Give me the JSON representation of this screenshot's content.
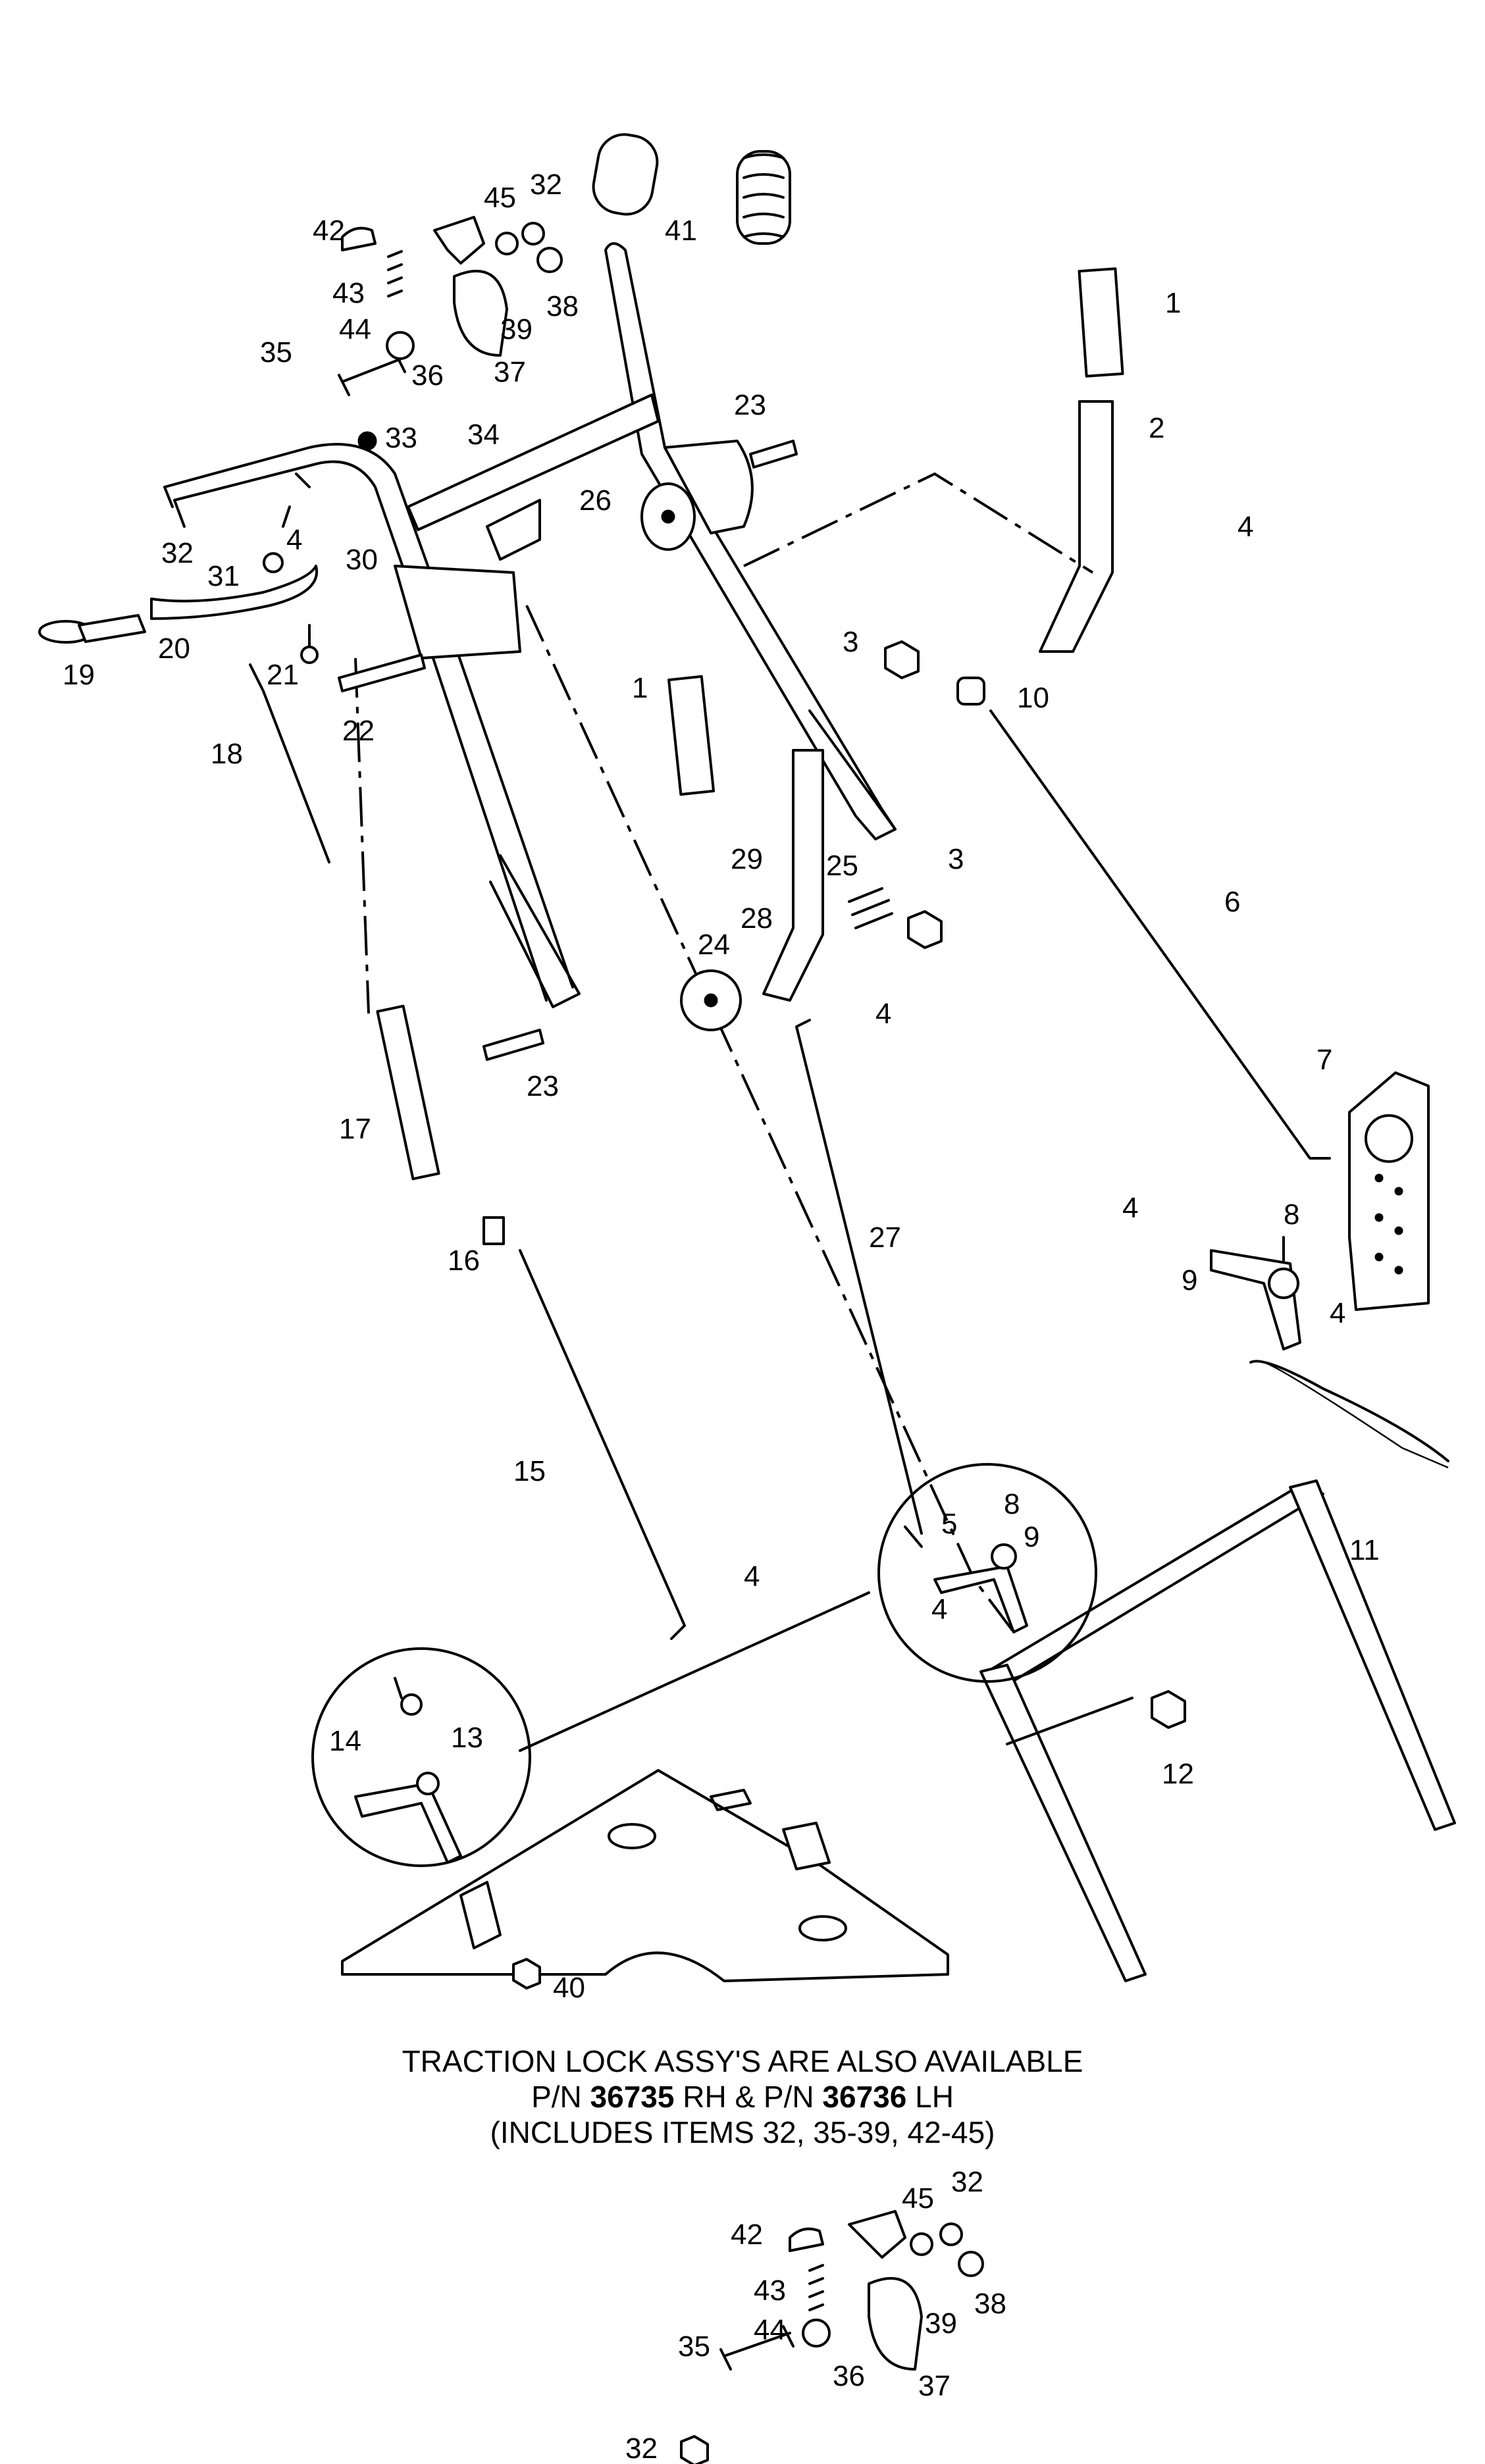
{
  "callouts": {
    "p1a": "1",
    "p1b": "1",
    "p2": "2",
    "p3a": "3",
    "p3b": "3",
    "p4a": "4",
    "p4b": "4",
    "p4c": "4",
    "p4d": "4",
    "p4e": "4",
    "p4f": "4",
    "p4g": "4",
    "p5": "5",
    "p6": "6",
    "p7": "7",
    "p8a": "8",
    "p8b": "8",
    "p9a": "9",
    "p9b": "9",
    "p10": "10",
    "p11": "11",
    "p12": "12",
    "p13": "13",
    "p14": "14",
    "p15": "15",
    "p16": "16",
    "p17": "17",
    "p18": "18",
    "p19": "19",
    "p20": "20",
    "p21": "21",
    "p22": "22",
    "p23a": "23",
    "p23b": "23",
    "p24": "24",
    "p25": "25",
    "p26": "26",
    "p27": "27",
    "p28": "28",
    "p29": "29",
    "p30": "30",
    "p31": "31",
    "p32a": "32",
    "p32b": "32",
    "p33": "33",
    "p34": "34",
    "p35": "35",
    "p36": "36",
    "p37": "37",
    "p38": "38",
    "p39": "39",
    "p40": "40",
    "p41": "41",
    "p42": "42",
    "p43": "43",
    "p44": "44",
    "p45": "45",
    "q32a": "32",
    "q32b": "32",
    "q35": "35",
    "q36": "36",
    "q37": "37",
    "q38": "38",
    "q39": "39",
    "q42": "42",
    "q43": "43",
    "q44": "44",
    "q45": "45"
  },
  "note": {
    "line1": "TRACTION LOCK ASSY'S ARE ALSO AVAILABLE",
    "line2_pre": "P/N ",
    "pn_rh": "36735",
    "line2_mid": " RH & P/N ",
    "pn_lh": "36736",
    "line2_post": " LH",
    "line3": "(INCLUDES ITEMS 32, 35-39, 42-45)"
  }
}
